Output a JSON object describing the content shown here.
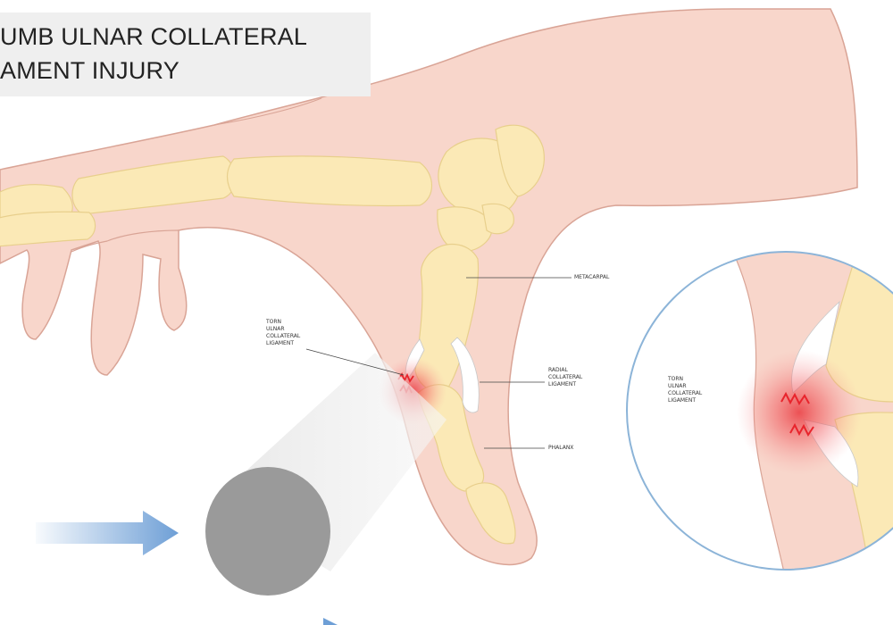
{
  "title": {
    "line1": "UMB ULNAR COLLATERAL",
    "line2": "AMENT INJURY"
  },
  "labels": {
    "metacarpal": "METACARPAL",
    "torn_ulnar": "TORN\nULNAR\nCOLLATERAL\nLIGAMENT",
    "radial": "RADIAL\nCOLLATERAL\nLIGAMENT",
    "phalanx": "PHALANX",
    "inset_torn_ulnar": "TORN\nULNAR\nCOLLATERAL\nLIGAMENT"
  },
  "colors": {
    "skin": "#f8d6cb",
    "skin_outline": "#d9a496",
    "bone": "#fbe9b6",
    "bone_outline": "#e8cf8c",
    "injury": "#e8242c",
    "arrow": "#6e9fd6",
    "pole": "#9a9a9a",
    "inset_ring": "#8cb4d8"
  }
}
